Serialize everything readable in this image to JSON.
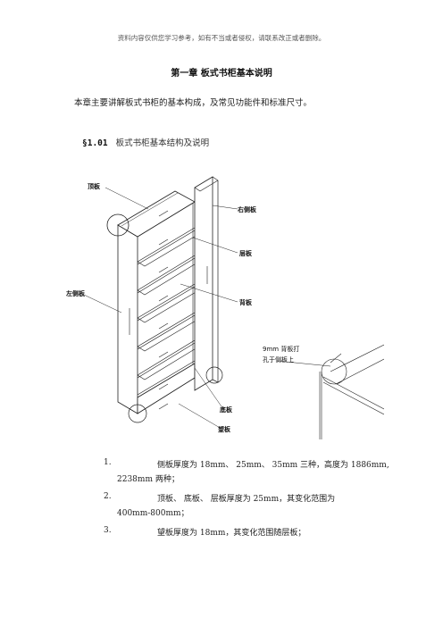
{
  "watermark": "资料内容仅供您学习参考，如有不当或者侵权，请联系改正或者删除。",
  "chapter_title": "第一章 板式书柜基本说明",
  "intro": "本章主要讲解板式书柜的基本构成，及常见功能件和标准尺寸。",
  "section": {
    "number": "§1.01",
    "title": "板式书柜基本结构及说明"
  },
  "diagram": {
    "labels": {
      "top_panel": "顶板",
      "right_side_panel": "右侧板",
      "shelf": "层板",
      "left_side_panel": "左侧板",
      "back_panel": "背板",
      "bottom_panel": "底板",
      "kick_board": "望板"
    },
    "detail": {
      "line1": "9mm 背板打",
      "line2": "孔于侧板上"
    }
  },
  "specs": [
    {
      "num": "1.",
      "line1": "侧板厚度为 18mm、 25mm、 35mm 三种，高度为 1886mm,",
      "line2": "2238mm 两种；"
    },
    {
      "num": "2.",
      "line1": "顶板、 底板、 层板厚度为 25mm，其变化范围为",
      "line2": "400mm-800mm；"
    },
    {
      "num": "3.",
      "line1": "望板厚度为 18mm，其变化范围随层板；",
      "line2": ""
    }
  ]
}
